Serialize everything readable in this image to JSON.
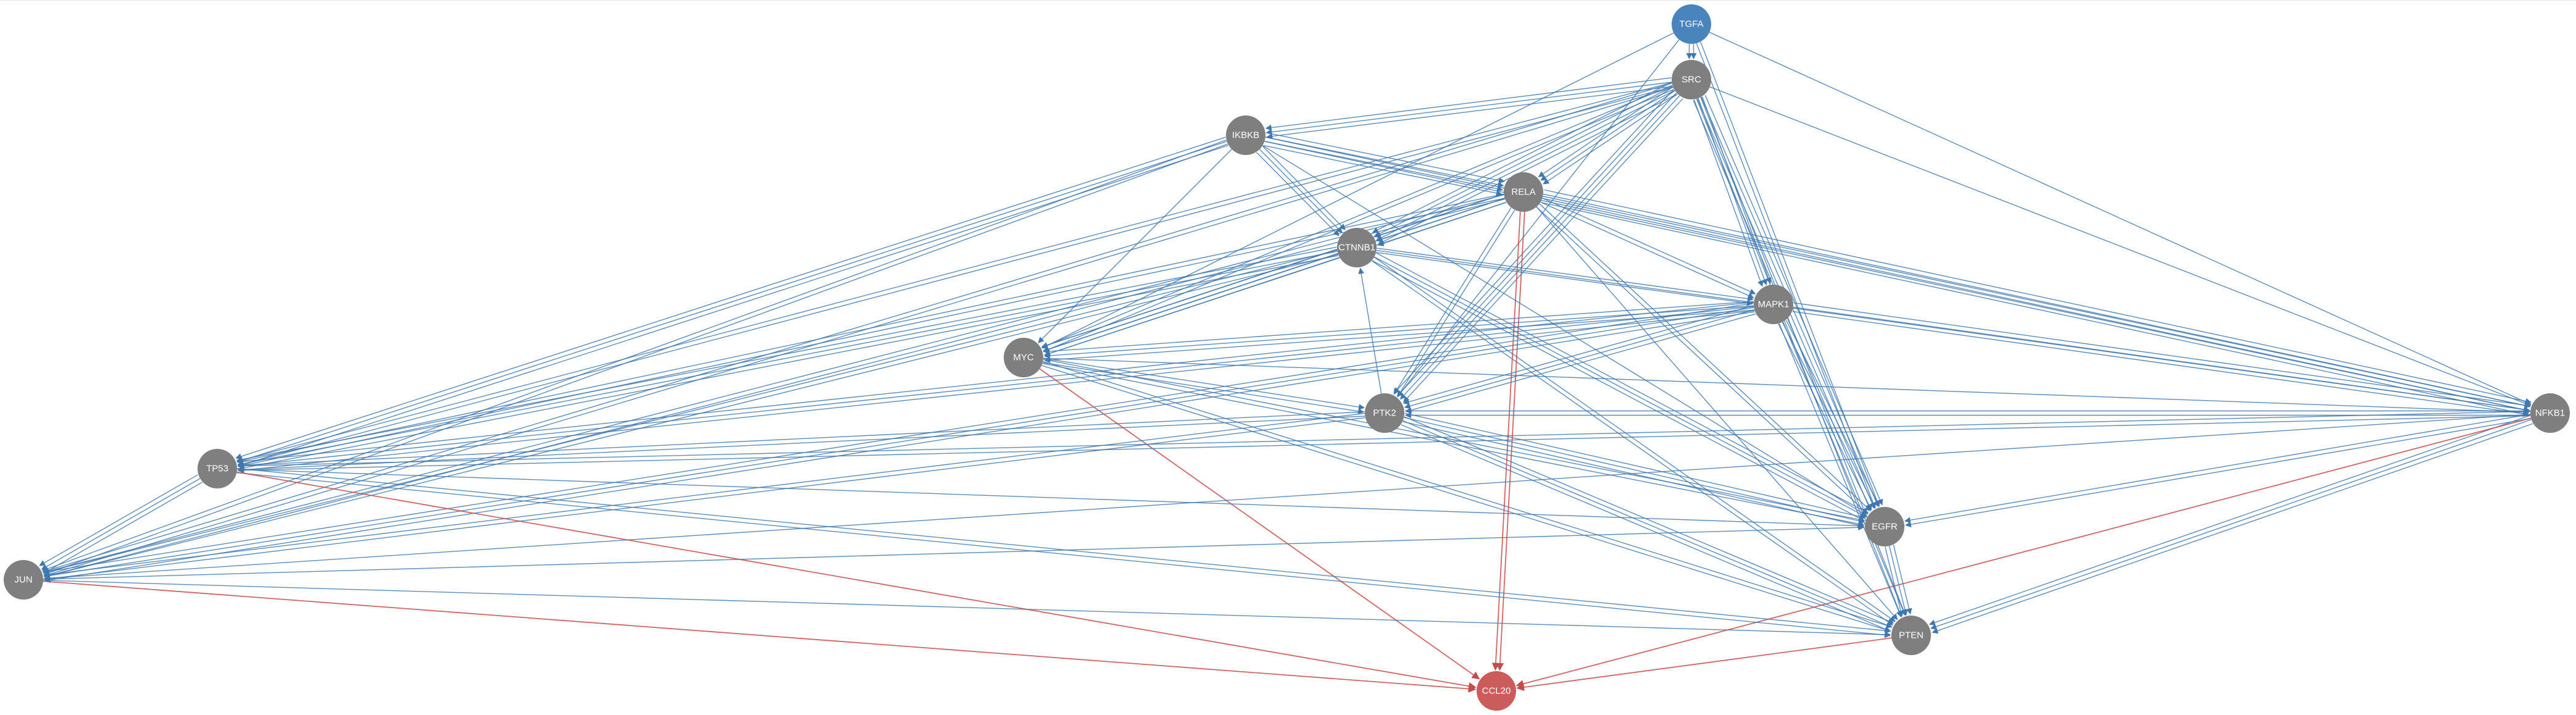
{
  "graph": {
    "colors": {
      "node_default": "#7f7f7f",
      "node_source": "#4a84bd",
      "node_target": "#cc5c5c",
      "edge_blue": "#3f78b0",
      "edge_red": "#c94a4a"
    },
    "nodes": [
      {
        "id": "TGFA",
        "label": "TGFA",
        "role": "source"
      },
      {
        "id": "SRC",
        "label": "SRC",
        "role": "default"
      },
      {
        "id": "IKBKB",
        "label": "IKBKB",
        "role": "default"
      },
      {
        "id": "RELA",
        "label": "RELA",
        "role": "default"
      },
      {
        "id": "CTNNB1",
        "label": "CTNNB1",
        "role": "default"
      },
      {
        "id": "MAPK1",
        "label": "MAPK1",
        "role": "default"
      },
      {
        "id": "MYC",
        "label": "MYC",
        "role": "default"
      },
      {
        "id": "NFKB1",
        "label": "NFKB1",
        "role": "default"
      },
      {
        "id": "PTK2",
        "label": "PTK2",
        "role": "default"
      },
      {
        "id": "TP53",
        "label": "TP53",
        "role": "default"
      },
      {
        "id": "EGFR",
        "label": "EGFR",
        "role": "default"
      },
      {
        "id": "JUN",
        "label": "JUN",
        "role": "default"
      },
      {
        "id": "PTEN",
        "label": "PTEN",
        "role": "default"
      },
      {
        "id": "CCL20",
        "label": "CCL20",
        "role": "target"
      }
    ],
    "edges": [
      {
        "from": "TGFA",
        "to": "SRC",
        "color": "blue",
        "count": 2
      },
      {
        "from": "TGFA",
        "to": "MYC",
        "color": "blue",
        "count": 1
      },
      {
        "from": "TGFA",
        "to": "NFKB1",
        "color": "blue",
        "count": 1
      },
      {
        "from": "TGFA",
        "to": "EGFR",
        "color": "blue",
        "count": 2
      },
      {
        "from": "TGFA",
        "to": "PTK2",
        "color": "blue",
        "count": 1
      },
      {
        "from": "SRC",
        "to": "IKBKB",
        "color": "blue",
        "count": 3
      },
      {
        "from": "SRC",
        "to": "RELA",
        "color": "blue",
        "count": 3
      },
      {
        "from": "SRC",
        "to": "CTNNB1",
        "color": "blue",
        "count": 4
      },
      {
        "from": "SRC",
        "to": "MAPK1",
        "color": "blue",
        "count": 3
      },
      {
        "from": "SRC",
        "to": "MYC",
        "color": "blue",
        "count": 2
      },
      {
        "from": "SRC",
        "to": "PTK2",
        "color": "blue",
        "count": 4
      },
      {
        "from": "SRC",
        "to": "TP53",
        "color": "blue",
        "count": 2
      },
      {
        "from": "SRC",
        "to": "EGFR",
        "color": "blue",
        "count": 4
      },
      {
        "from": "SRC",
        "to": "JUN",
        "color": "blue",
        "count": 2
      },
      {
        "from": "SRC",
        "to": "PTEN",
        "color": "blue",
        "count": 2
      },
      {
        "from": "SRC",
        "to": "NFKB1",
        "color": "blue",
        "count": 1
      },
      {
        "from": "IKBKB",
        "to": "RELA",
        "color": "blue",
        "count": 4
      },
      {
        "from": "IKBKB",
        "to": "CTNNB1",
        "color": "blue",
        "count": 3
      },
      {
        "from": "IKBKB",
        "to": "NFKB1",
        "color": "blue",
        "count": 2
      },
      {
        "from": "IKBKB",
        "to": "TP53",
        "color": "blue",
        "count": 3
      },
      {
        "from": "IKBKB",
        "to": "JUN",
        "color": "blue",
        "count": 2
      },
      {
        "from": "IKBKB",
        "to": "MYC",
        "color": "blue",
        "count": 1
      },
      {
        "from": "IKBKB",
        "to": "EGFR",
        "color": "blue",
        "count": 1
      },
      {
        "from": "RELA",
        "to": "CTNNB1",
        "color": "blue",
        "count": 3
      },
      {
        "from": "RELA",
        "to": "MAPK1",
        "color": "blue",
        "count": 2
      },
      {
        "from": "RELA",
        "to": "NFKB1",
        "color": "blue",
        "count": 4
      },
      {
        "from": "RELA",
        "to": "MYC",
        "color": "blue",
        "count": 3
      },
      {
        "from": "RELA",
        "to": "PTK2",
        "color": "blue",
        "count": 2
      },
      {
        "from": "RELA",
        "to": "TP53",
        "color": "blue",
        "count": 2
      },
      {
        "from": "RELA",
        "to": "JUN",
        "color": "blue",
        "count": 2
      },
      {
        "from": "RELA",
        "to": "EGFR",
        "color": "blue",
        "count": 2
      },
      {
        "from": "RELA",
        "to": "PTEN",
        "color": "blue",
        "count": 1
      },
      {
        "from": "RELA",
        "to": "CCL20",
        "color": "red",
        "count": 2
      },
      {
        "from": "CTNNB1",
        "to": "MAPK1",
        "color": "blue",
        "count": 2
      },
      {
        "from": "CTNNB1",
        "to": "MYC",
        "color": "blue",
        "count": 3
      },
      {
        "from": "CTNNB1",
        "to": "TP53",
        "color": "blue",
        "count": 3
      },
      {
        "from": "CTNNB1",
        "to": "JUN",
        "color": "blue",
        "count": 2
      },
      {
        "from": "CTNNB1",
        "to": "EGFR",
        "color": "blue",
        "count": 3
      },
      {
        "from": "CTNNB1",
        "to": "PTEN",
        "color": "blue",
        "count": 2
      },
      {
        "from": "CTNNB1",
        "to": "NFKB1",
        "color": "blue",
        "count": 1
      },
      {
        "from": "PTK2",
        "to": "CTNNB1",
        "color": "blue",
        "count": 1
      },
      {
        "from": "MAPK1",
        "to": "MYC",
        "color": "blue",
        "count": 3
      },
      {
        "from": "MAPK1",
        "to": "PTK2",
        "color": "blue",
        "count": 3
      },
      {
        "from": "MAPK1",
        "to": "TP53",
        "color": "blue",
        "count": 3
      },
      {
        "from": "MAPK1",
        "to": "JUN",
        "color": "blue",
        "count": 3
      },
      {
        "from": "MAPK1",
        "to": "EGFR",
        "color": "blue",
        "count": 3
      },
      {
        "from": "MAPK1",
        "to": "PTEN",
        "color": "blue",
        "count": 2
      },
      {
        "from": "MAPK1",
        "to": "NFKB1",
        "color": "blue",
        "count": 3
      },
      {
        "from": "MYC",
        "to": "PTK2",
        "color": "blue",
        "count": 2
      },
      {
        "from": "MYC",
        "to": "NFKB1",
        "color": "blue",
        "count": 1
      },
      {
        "from": "MYC",
        "to": "EGFR",
        "color": "blue",
        "count": 2
      },
      {
        "from": "MYC",
        "to": "PTEN",
        "color": "blue",
        "count": 2
      },
      {
        "from": "MYC",
        "to": "CCL20",
        "color": "red",
        "count": 1
      },
      {
        "from": "NFKB1",
        "to": "PTK2",
        "color": "blue",
        "count": 2
      },
      {
        "from": "NFKB1",
        "to": "TP53",
        "color": "blue",
        "count": 2
      },
      {
        "from": "NFKB1",
        "to": "JUN",
        "color": "blue",
        "count": 1
      },
      {
        "from": "NFKB1",
        "to": "EGFR",
        "color": "blue",
        "count": 2
      },
      {
        "from": "NFKB1",
        "to": "PTEN",
        "color": "blue",
        "count": 3
      },
      {
        "from": "NFKB1",
        "to": "CCL20",
        "color": "red",
        "count": 1
      },
      {
        "from": "PTK2",
        "to": "TP53",
        "color": "blue",
        "count": 2
      },
      {
        "from": "PTK2",
        "to": "JUN",
        "color": "blue",
        "count": 2
      },
      {
        "from": "PTK2",
        "to": "EGFR",
        "color": "blue",
        "count": 3
      },
      {
        "from": "PTK2",
        "to": "PTEN",
        "color": "blue",
        "count": 3
      },
      {
        "from": "TP53",
        "to": "JUN",
        "color": "blue",
        "count": 3
      },
      {
        "from": "TP53",
        "to": "EGFR",
        "color": "blue",
        "count": 1
      },
      {
        "from": "TP53",
        "to": "PTEN",
        "color": "blue",
        "count": 2
      },
      {
        "from": "TP53",
        "to": "CCL20",
        "color": "red",
        "count": 1
      },
      {
        "from": "JUN",
        "to": "EGFR",
        "color": "blue",
        "count": 1
      },
      {
        "from": "JUN",
        "to": "PTEN",
        "color": "blue",
        "count": 1
      },
      {
        "from": "JUN",
        "to": "CCL20",
        "color": "red",
        "count": 1
      },
      {
        "from": "EGFR",
        "to": "PTEN",
        "color": "blue",
        "count": 3
      },
      {
        "from": "PTEN",
        "to": "CCL20",
        "color": "red",
        "count": 1
      }
    ]
  }
}
